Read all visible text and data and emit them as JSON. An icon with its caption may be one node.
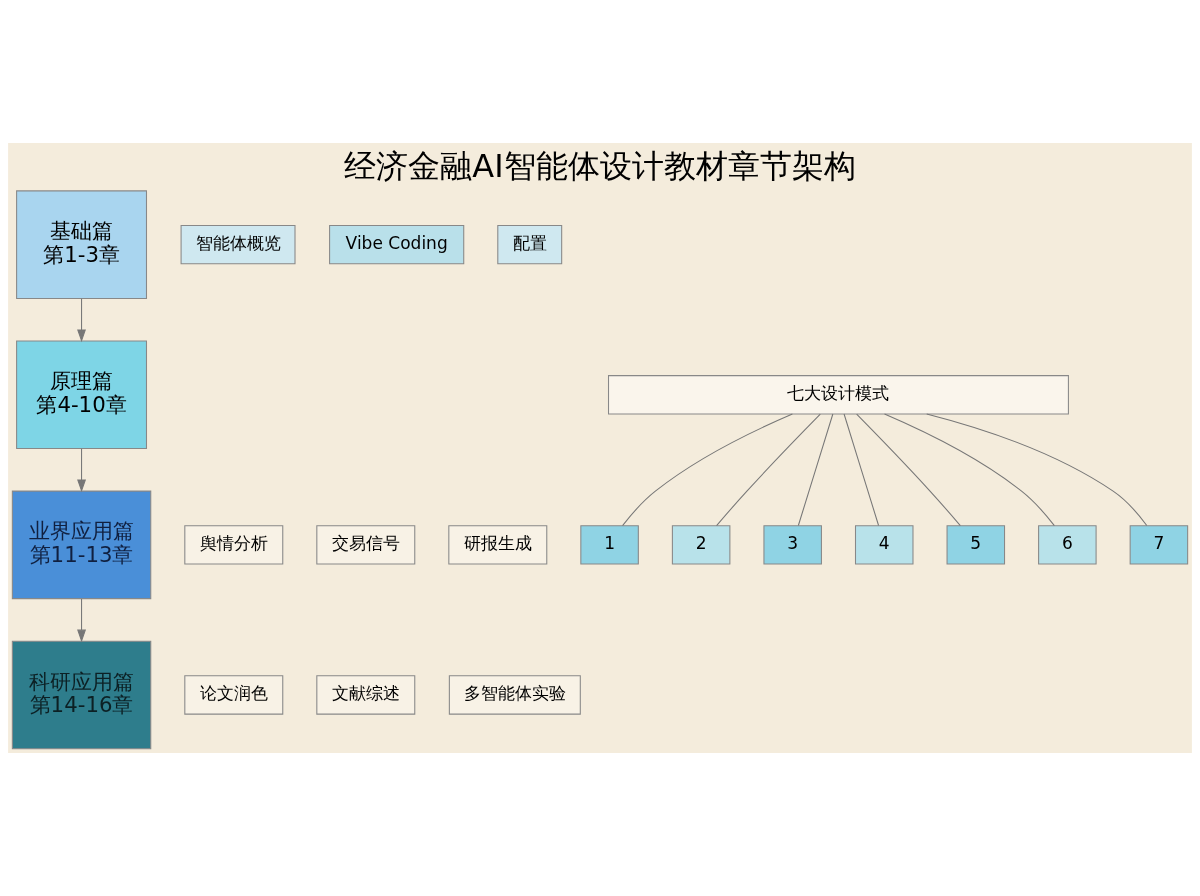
{
  "diagram": {
    "title": "经济金融AI智能体设计教材章节架构",
    "nodes": [
      {
        "text": [
          "基础篇",
          "第1-3章"
        ]
      },
      {
        "text": [
          "智能体概览"
        ]
      },
      {
        "text": [
          "Vibe Coding"
        ]
      },
      {
        "text": [
          "配置"
        ]
      },
      {
        "text": [
          "原理篇",
          "第4-10章"
        ]
      },
      {
        "text": [
          "七大设计模式"
        ]
      },
      {
        "text": [
          "1"
        ]
      },
      {
        "text": [
          "2"
        ]
      },
      {
        "text": [
          "3"
        ]
      },
      {
        "text": [
          "4"
        ]
      },
      {
        "text": [
          "5"
        ]
      },
      {
        "text": [
          "6"
        ]
      },
      {
        "text": [
          "7"
        ]
      },
      {
        "text": [
          "业界应用篇",
          "第11-13章"
        ]
      },
      {
        "text": [
          "舆情分析"
        ]
      },
      {
        "text": [
          "交易信号"
        ]
      },
      {
        "text": [
          "研报生成"
        ]
      },
      {
        "text": [
          "科研应用篇",
          "第14-16章"
        ]
      },
      {
        "text": [
          "论文润色"
        ]
      },
      {
        "text": [
          "文献综述"
        ]
      },
      {
        "text": [
          "多智能体实验"
        ]
      }
    ],
    "edges": [
      {
        "from": 0,
        "to": 4,
        "arrow": "to"
      },
      {
        "from": 4,
        "to": 13,
        "arrow": "to"
      },
      {
        "from": 13,
        "to": 17,
        "arrow": "to"
      },
      {
        "from": 5,
        "to": 6,
        "arrow": "none"
      },
      {
        "from": 5,
        "to": 7,
        "arrow": "none"
      },
      {
        "from": 5,
        "to": 8,
        "arrow": "none"
      },
      {
        "from": 5,
        "to": 9,
        "arrow": "none"
      },
      {
        "from": 5,
        "to": 10,
        "arrow": "none"
      },
      {
        "from": 5,
        "to": 11,
        "arrow": "none"
      },
      {
        "from": 5,
        "to": 12,
        "arrow": "none"
      }
    ]
  }
}
